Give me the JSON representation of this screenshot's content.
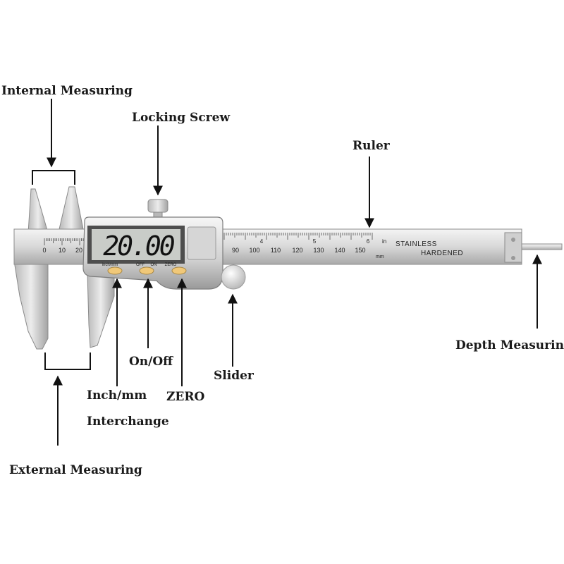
{
  "labels": {
    "internal_measuring": "Internal Measuring",
    "locking_screw": "Locking Screw",
    "ruler": "Ruler",
    "depth_measuring": "Depth Measuring",
    "on_off": "On/Off",
    "slider": "Slider",
    "inch_mm_line1": "Inch/mm",
    "inch_mm_line2": "Interchange",
    "zero": "ZERO",
    "external_measuring": "External Measuring"
  },
  "display": {
    "reading": "20.00"
  },
  "buttons": {
    "inch_mm": "inch/mm",
    "off": "OFF",
    "on": "ON",
    "zero": "ZERO"
  },
  "scale": {
    "mm_left": [
      "0",
      "10",
      "20"
    ],
    "mm_right": [
      "90",
      "100",
      "110",
      "120",
      "130",
      "140",
      "150"
    ],
    "inch_marks": [
      "4",
      "5",
      "6"
    ],
    "unit_in": "in",
    "unit_mm": "mm"
  },
  "engraving": {
    "line1": "STAINLESS",
    "line2": "HARDENED"
  },
  "colors": {
    "steel_light": "#e6e6e6",
    "steel_mid": "#c4c4c4",
    "steel_dark": "#8d8d8d",
    "lcd": "#c9ccc8",
    "button": "#f0c879"
  }
}
